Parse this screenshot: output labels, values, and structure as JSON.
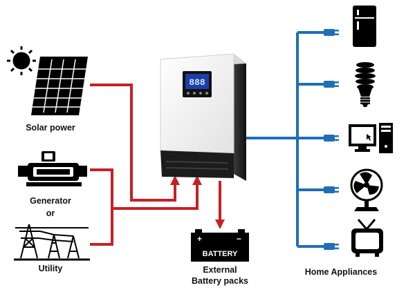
{
  "labels": {
    "solar": "Solar power",
    "generator": "Generator",
    "or": "or",
    "utility": "Utility",
    "battery_text": "BATTERY",
    "external_line1": "External",
    "external_line2": "Battery packs",
    "home_appliances": "Home Appliances"
  },
  "inverter_display": "888",
  "colors": {
    "input_lines": "#c62025",
    "output_lines": "#1f6fb5",
    "inverter_body": "#f2f2f2",
    "inverter_dark": "#222222",
    "display": "#1b3fa8"
  },
  "icons": {
    "sun": "sun-icon",
    "solar_panel": "solar-panel-icon",
    "generator": "generator-icon",
    "utility": "power-tower-icon",
    "battery": "battery-icon",
    "fridge": "refrigerator-icon",
    "bulb": "light-bulb-icon",
    "computer": "computer-icon",
    "fan": "fan-icon",
    "tv": "television-icon"
  }
}
